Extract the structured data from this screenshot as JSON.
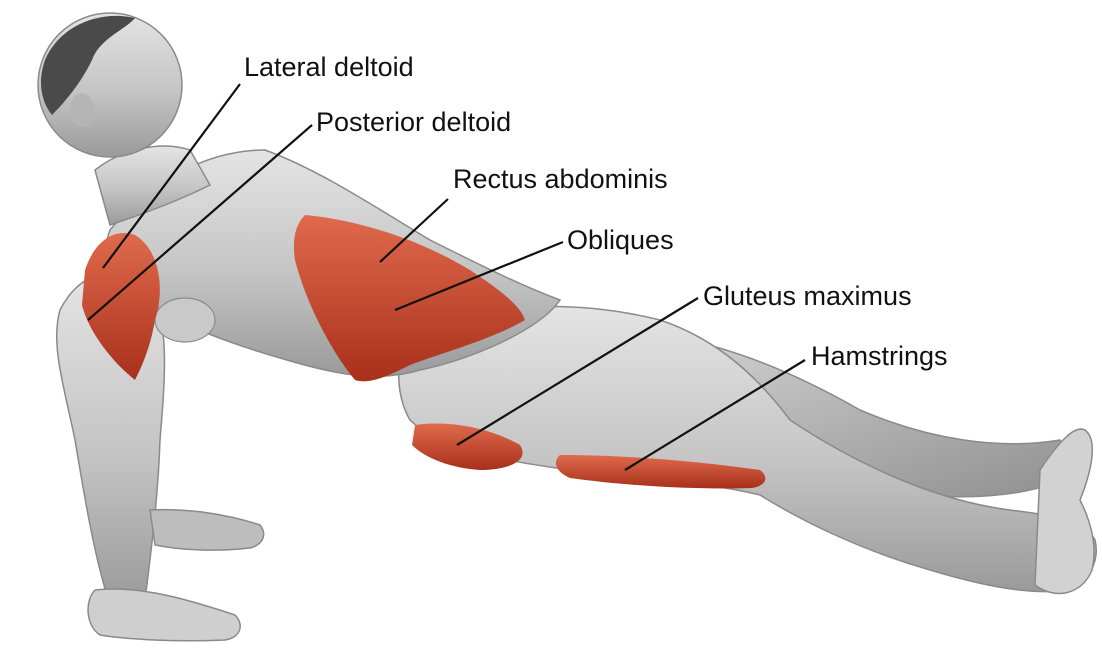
{
  "colors": {
    "background": "#ffffff",
    "muscle_neutral": "#c9c9c9",
    "muscle_highlight": "#c8402a",
    "leader_line": "#111111",
    "label_text": "#111111"
  },
  "labels": [
    {
      "id": "lateral-deltoid",
      "text": "Lateral deltoid"
    },
    {
      "id": "posterior-deltoid",
      "text": "Posterior deltoid"
    },
    {
      "id": "rectus-abdominis",
      "text": "Rectus abdominis"
    },
    {
      "id": "obliques",
      "text": "Obliques"
    },
    {
      "id": "gluteus-maximus",
      "text": "Gluteus maximus"
    },
    {
      "id": "hamstrings",
      "text": "Hamstrings"
    }
  ]
}
